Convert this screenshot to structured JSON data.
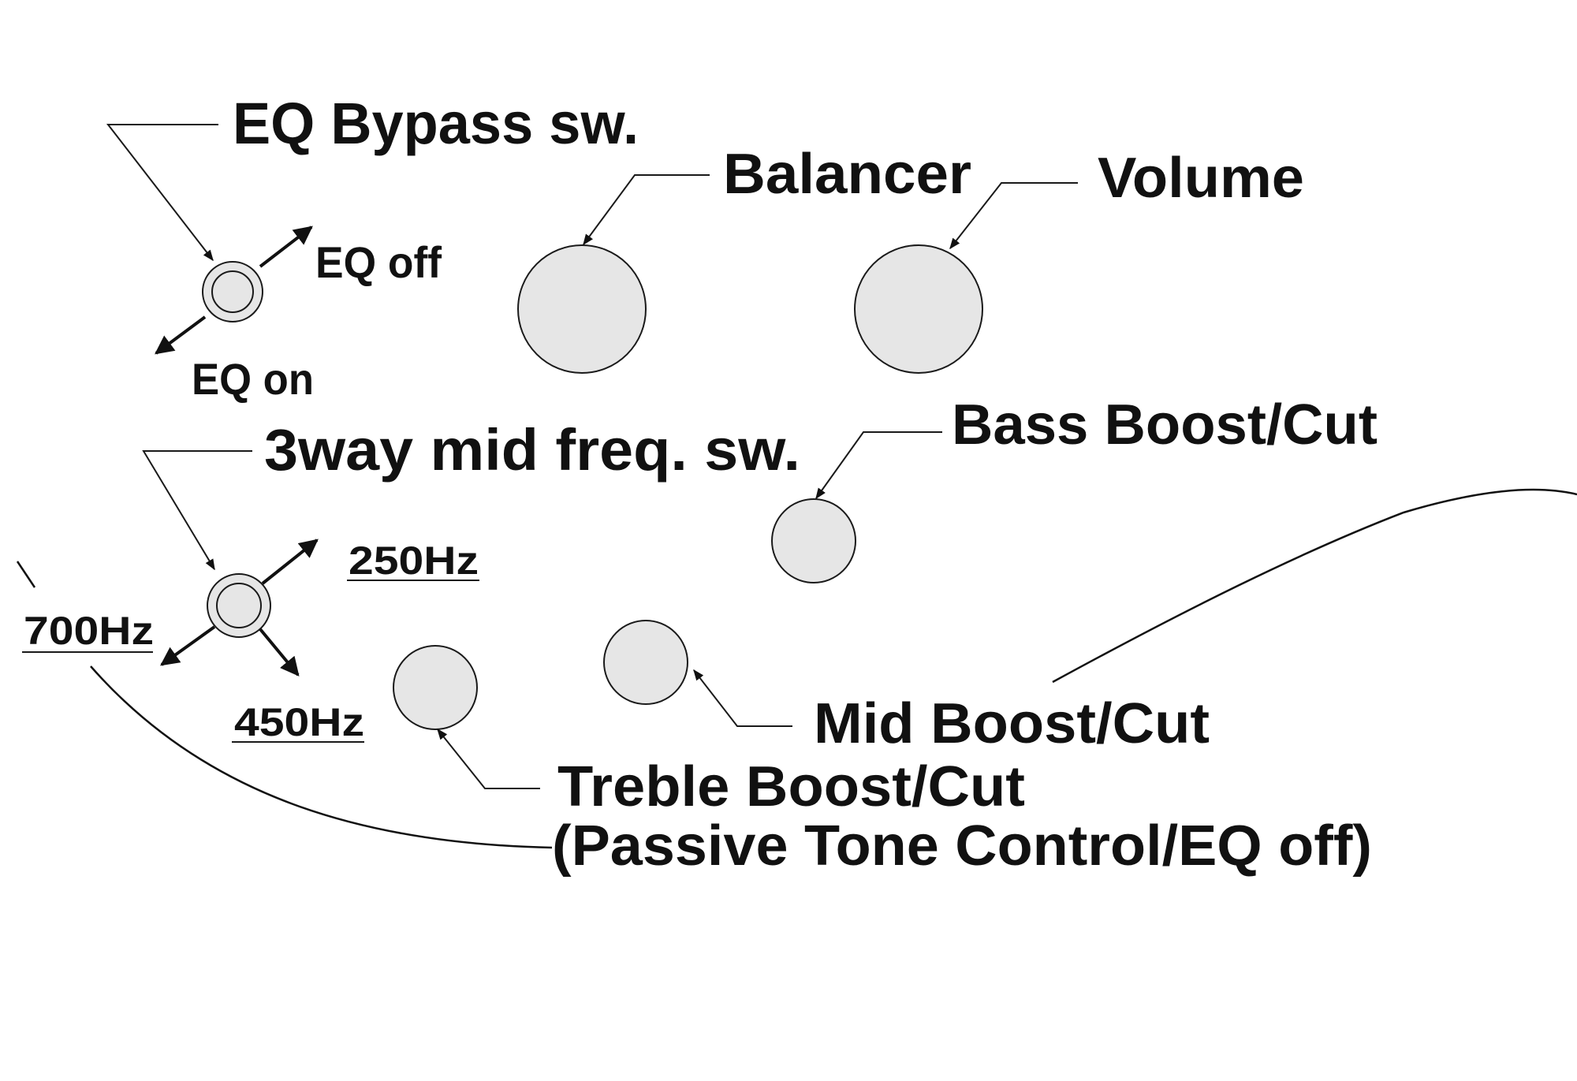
{
  "labels": {
    "eq_bypass_switch": "EQ Bypass sw.",
    "eq_off": "EQ off",
    "eq_on": "EQ on",
    "balancer": "Balancer",
    "volume": "Volume",
    "three_way_mid_freq_switch": "3way mid freq. sw.",
    "bass_boost_cut": "Bass Boost/Cut",
    "freq_250": "250Hz",
    "freq_700": "700Hz",
    "freq_450": "450Hz",
    "mid_boost_cut": "Mid Boost/Cut",
    "treble_boost_cut": "Treble Boost/Cut",
    "passive_tone_control": "(Passive Tone Control/EQ off)"
  },
  "colors": {
    "knob_fill": "#e6e6e6",
    "line": "#111111",
    "background": "#ffffff"
  }
}
